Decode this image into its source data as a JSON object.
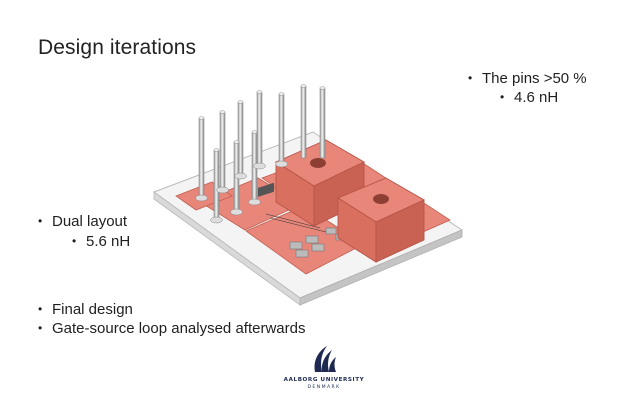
{
  "slide": {
    "title": "Design iterations",
    "bullets": {
      "pins_title": "The pins >50 %",
      "pins_value": "4.6 nH",
      "dual_title": "Dual layout",
      "dual_value": "5.6 nH",
      "final_design": "Final design",
      "gate_source": "Gate-source loop analysed afterwards"
    },
    "bullet_glyph": "•",
    "logo": {
      "name": "AALBORG UNIVERSITY",
      "country": "DENMARK"
    },
    "colors": {
      "copper_pad": "#e8867a",
      "substrate": "#f3f3f3",
      "pin_metal": "#d4d4d4",
      "logo_navy": "#1d2951"
    },
    "icons": [
      "university-wave-logo-icon",
      "power-module-3d-render"
    ]
  }
}
